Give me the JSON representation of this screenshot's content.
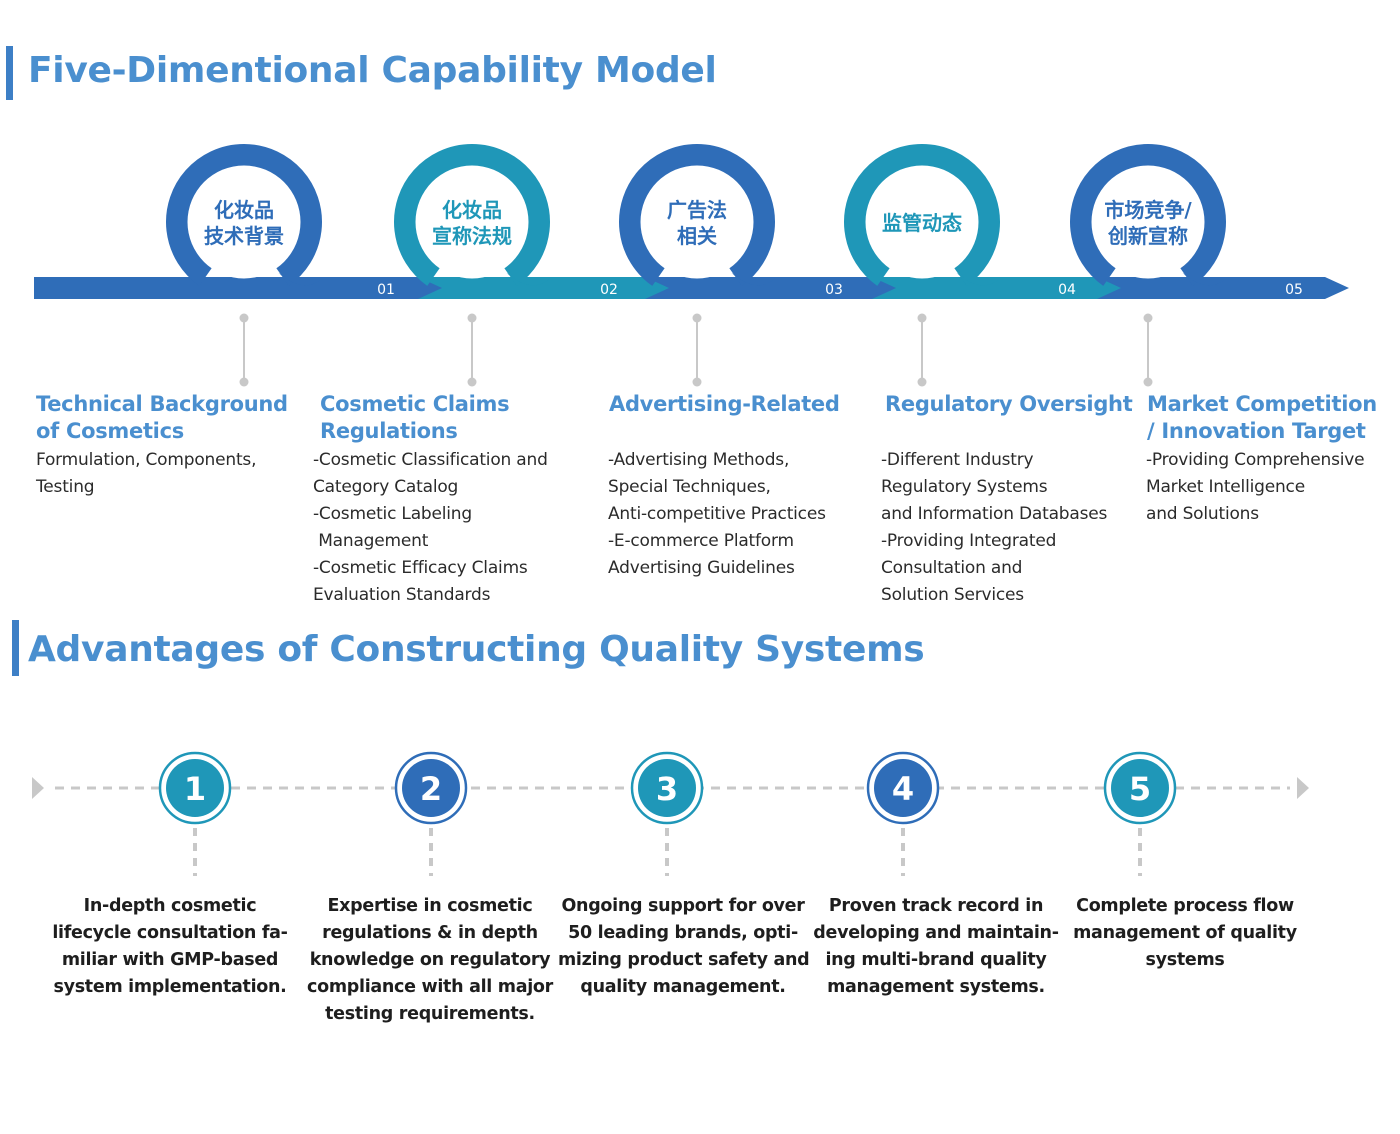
{
  "section1": {
    "title": "Five-Dimentional Capability Model"
  },
  "section2": {
    "title": "Advantages of Constructing Quality Systems"
  },
  "colors": {
    "blue": "#2f6db8",
    "teal": "#1f97b8",
    "title_blue": "#4a8fcf",
    "connector_gray": "#c8c8c8"
  },
  "capabilities": [
    {
      "circle_label": [
        "化妆品",
        "技术背景"
      ],
      "number": "01",
      "color": "#2f6db8",
      "title": [
        "Technical Background",
        "of Cosmetics"
      ],
      "lines": [
        "Formulation, Components,",
        "Testing"
      ]
    },
    {
      "circle_label": [
        "化妆品",
        "宣称法规"
      ],
      "number": "02",
      "color": "#1f97b8",
      "title": [
        "Cosmetic Claims",
        "Regulations"
      ],
      "lines": [
        "-Cosmetic Classification and",
        "Category Catalog",
        "-Cosmetic Labeling",
        " Management",
        "-Cosmetic Efficacy Claims",
        "Evaluation Standards"
      ]
    },
    {
      "circle_label": [
        "广告法",
        "相关"
      ],
      "number": "03",
      "color": "#2f6db8",
      "title": [
        "Advertising-Related"
      ],
      "lines": [
        "-Advertising Methods,",
        "Special Techniques,",
        "Anti-competitive Practices",
        "-E-commerce Platform",
        "Advertising Guidelines"
      ]
    },
    {
      "circle_label": [
        "监管动态"
      ],
      "number": "04",
      "color": "#1f97b8",
      "title": [
        "Regulatory Oversight"
      ],
      "lines": [
        "-Different Industry",
        "Regulatory Systems",
        "and Information Databases",
        "-Providing Integrated",
        "Consultation and",
        "Solution Services"
      ]
    },
    {
      "circle_label": [
        "市场竞争/",
        "创新宣称"
      ],
      "number": "05",
      "color": "#2f6db8",
      "title": [
        "Market Competition",
        "/ Innovation Target"
      ],
      "lines": [
        "-Providing Comprehensive",
        "Market Intelligence",
        "and Solutions"
      ]
    }
  ],
  "advantages": [
    {
      "number": "1",
      "color": "#1f97b8",
      "lines": [
        "In-depth cosmetic",
        "lifecycle consultation fa-",
        "miliar with GMP-based",
        "system implementation."
      ]
    },
    {
      "number": "2",
      "color": "#2f6db8",
      "lines": [
        "Expertise in cosmetic",
        "regulations & in depth",
        "knowledge on regulatory",
        "compliance with all major",
        "testing requirements."
      ]
    },
    {
      "number": "3",
      "color": "#1f97b8",
      "lines": [
        "Ongoing support for over",
        "50 leading brands, opti-",
        "mizing product safety and",
        "quality management."
      ]
    },
    {
      "number": "4",
      "color": "#2f6db8",
      "lines": [
        "Proven track record in",
        "developing and maintain-",
        "ing multi-brand quality",
        "management systems."
      ]
    },
    {
      "number": "5",
      "color": "#1f97b8",
      "lines": [
        "Complete process flow",
        "management of quality",
        "systems"
      ]
    }
  ]
}
